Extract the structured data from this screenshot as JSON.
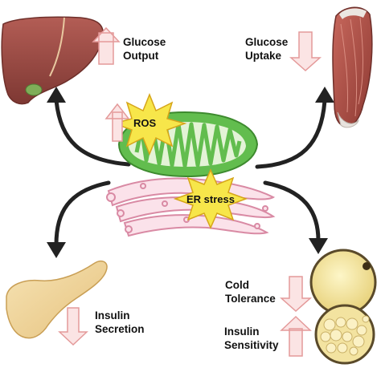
{
  "liver": {
    "line1": "Glucose",
    "line2": "Output",
    "direction": "up"
  },
  "muscle": {
    "line1": "Glucose",
    "line2": "Uptake",
    "direction": "down"
  },
  "mitochondrion": {
    "stress_label": "ROS",
    "direction": "up"
  },
  "er": {
    "stress_label": "ER stress"
  },
  "pancreas": {
    "line1": "Insulin",
    "line2": "Secretion",
    "direction": "down"
  },
  "adipose": {
    "cold_line1": "Cold",
    "cold_line2": "Tolerance",
    "cold_direction": "down",
    "insulin_line1": "Insulin",
    "insulin_line2": "Sensitivity",
    "insulin_direction": "up"
  },
  "colors": {
    "arrow_fill": "#fbe4e4",
    "arrow_stroke": "#e49a9a",
    "star_fill": "#f7e64a",
    "star_stroke": "#d6a51a",
    "mito_green": "#5cb94a",
    "mito_inner": "#dff0d0",
    "er_pink": "#e8a3b8",
    "liver": "#9c4c46",
    "muscle": "#a8473d",
    "pancreas": "#f0d7a0",
    "fat": "#f4e7a6"
  }
}
